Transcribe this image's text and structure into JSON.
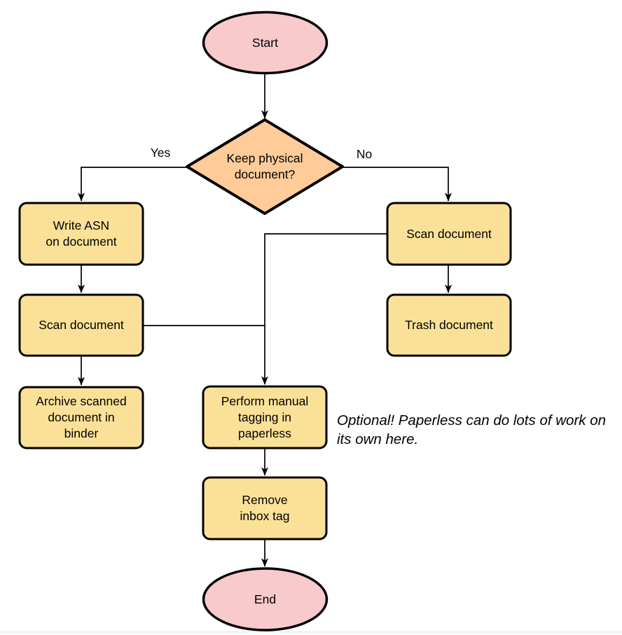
{
  "diagram": {
    "type": "flowchart",
    "nodes": {
      "start": {
        "shape": "terminator",
        "label": "Start"
      },
      "decision": {
        "shape": "decision",
        "label": "Keep physical\ndocument?"
      },
      "write_asn": {
        "shape": "process",
        "label": "Write ASN\non document"
      },
      "scan_left": {
        "shape": "process",
        "label": "Scan document"
      },
      "archive": {
        "shape": "process",
        "label": "Archive scanned\ndocument in\nbinder"
      },
      "scan_right": {
        "shape": "process",
        "label": "Scan document"
      },
      "trash": {
        "shape": "process",
        "label": "Trash document"
      },
      "tagging": {
        "shape": "process",
        "label": "Perform manual\ntagging in\npaperless"
      },
      "remove_inbox": {
        "shape": "process",
        "label": "Remove\ninbox tag"
      },
      "end": {
        "shape": "terminator",
        "label": "End"
      }
    },
    "edge_labels": {
      "yes": "Yes",
      "no": "No"
    },
    "annotation": "Optional! Paperless can do lots of work on\nits own here.",
    "colors": {
      "terminator_fill": "#f8cacc",
      "decision_fill": "#ffcc99",
      "process_fill": "#fbe198",
      "stroke": "#000000"
    }
  }
}
